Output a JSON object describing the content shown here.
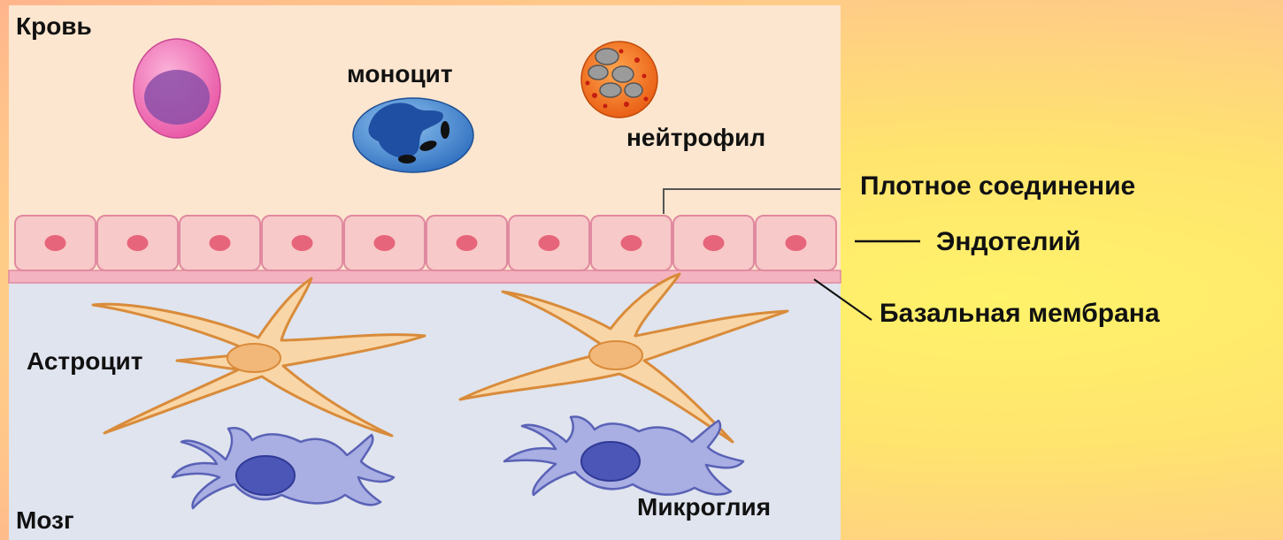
{
  "labels": {
    "blood": "Кровь",
    "monocyte": "моноцит",
    "neutrophil": "нейтрофил",
    "tight_junction": "Плотное соединение",
    "endothelium": "Эндотелий",
    "basement_membrane": "Базальная мембрана",
    "astrocyte": "Астроцит",
    "microglia": "Микроглия",
    "brain": "Мозг"
  },
  "colors": {
    "blood_zone": "#fde6cf",
    "brain_zone": "#dfe4ee",
    "endothelium_cell": "#f7c9c9",
    "endothelium_nucleus": "#e7657a",
    "astrocyte_body": "#f9d6a7",
    "astrocyte_stroke": "#d98b3a",
    "microglia": "#a9aee3",
    "microglia_nucleus": "#4b56b6",
    "lymphocyte": "#f07fbd",
    "monocyte": "#3f7fc8",
    "neutrophil": "#f07a2a"
  },
  "endothelium": {
    "cell_count": 10
  }
}
